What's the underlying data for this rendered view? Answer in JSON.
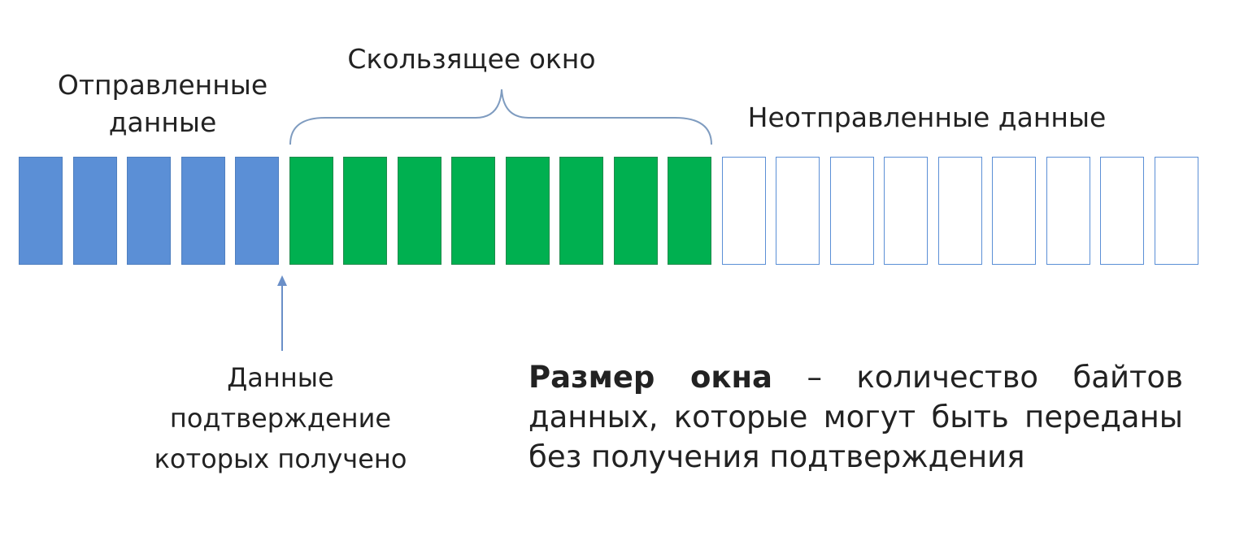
{
  "labels": {
    "sent": "Отправленные данные",
    "window": "Скользящее окно",
    "unsent": "Неотправленные данные",
    "acknowledged": "Данные подтверждение которых получено"
  },
  "definition": {
    "term": "Размер окна",
    "text": " – количество байтов данных, которые могут быть переданы без получения подтверждения"
  },
  "blocks": {
    "sent_count": 5,
    "window_count": 8,
    "unsent_count": 9
  },
  "colors": {
    "sent": "#5b8fd6",
    "window": "#00b050",
    "unsent_border": "#5b8fd6",
    "brace": "#7f9cc0",
    "arrow": "#6a8fc8"
  }
}
